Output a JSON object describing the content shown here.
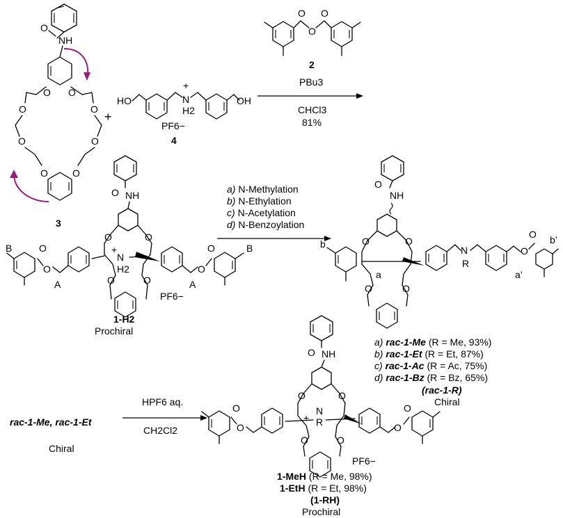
{
  "step1": {
    "reagent_label": "2",
    "condition_1": "PBu3",
    "condition_2": "CHCl3",
    "yield": "81%",
    "compound_3_label": "3",
    "compound_4_label": "4",
    "counterion": "PF6−",
    "plus": "+",
    "atom_NH": "NH",
    "atom_O": "O",
    "atom_HO": "HO",
    "atom_OH": "OH",
    "atom_N": "N",
    "atom_H2": "H2"
  },
  "step2": {
    "conditions": [
      {
        "letter": "a)",
        "text": "N-Methylation"
      },
      {
        "letter": "b)",
        "text": "N-Ethylation"
      },
      {
        "letter": "c)",
        "text": "N-Acetylation"
      },
      {
        "letter": "d)",
        "text": "N-Benzoylation"
      }
    ],
    "start_label": "1-H2",
    "start_desc": "Prochiral",
    "counterion": "PF6−",
    "labels_left": [
      "B",
      "A",
      "A",
      "B"
    ],
    "labels_right": [
      "b",
      "a",
      "a’",
      "b’"
    ],
    "R_label": "R",
    "results": [
      {
        "letter": "a)",
        "name": "rac-1-Me",
        "detail": "(R = Me, 93%)"
      },
      {
        "letter": "b)",
        "name": "rac-1-Et",
        "detail": "(R = Et, 87%)"
      },
      {
        "letter": "c)",
        "name": "rac-1-Ac",
        "detail": "(R = Ac, 75%)"
      },
      {
        "letter": "d)",
        "name": "rac-1-Bz",
        "detail": "(R = Bz, 65%)"
      }
    ],
    "product_group": "(rac-1-R)",
    "product_desc": "Chiral"
  },
  "step3": {
    "reactants": "rac-1-Me, rac-1-Et",
    "reactants_desc": "Chiral",
    "reagent": "HPF6 aq.",
    "solvent": "CH2Cl2",
    "counterion": "PF6−",
    "results": [
      {
        "name": "1-MeH",
        "detail": "(R = Me, 98%)"
      },
      {
        "name": "1-EtH",
        "detail": "(R = Et, 98%)"
      }
    ],
    "product_group": "(1-RH)",
    "product_desc": "Prochiral"
  }
}
